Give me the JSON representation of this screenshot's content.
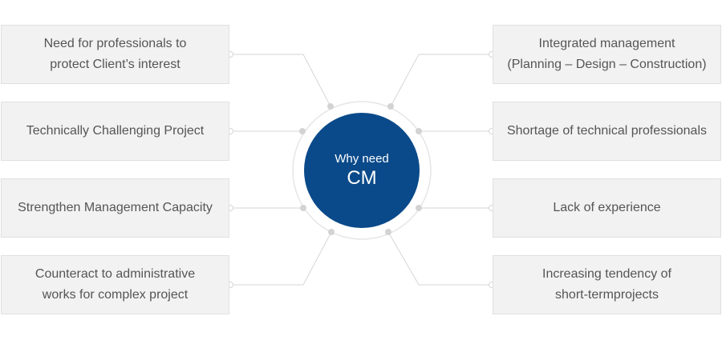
{
  "center": {
    "subtitle": "Why need",
    "title": "CM"
  },
  "left_items": [
    {
      "label": "Need for professionals to\nprotect Client’s interest"
    },
    {
      "label": "Technically Challenging Project"
    },
    {
      "label": "Strengthen Management Capacity"
    },
    {
      "label": "Counteract to administrative\nworks for complex project"
    }
  ],
  "right_items": [
    {
      "label": "Integrated management\n(Planning – Design – Construction)"
    },
    {
      "label": "Shortage of technical professionals"
    },
    {
      "label": "Lack of experience"
    },
    {
      "label": "Increasing tendency of\nshort-termprojects"
    }
  ],
  "colors": {
    "center_fill": "#0a4a8a",
    "box_fill": "#f2f2f2",
    "connector": "#d6d6d6",
    "text": "#555555"
  }
}
